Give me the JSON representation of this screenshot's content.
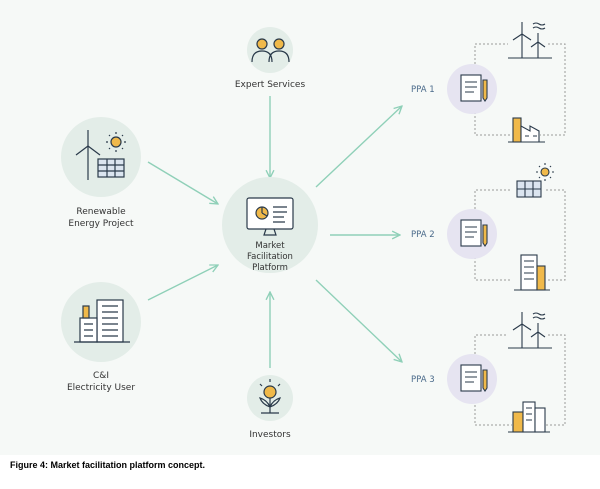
{
  "nodes": {
    "expert": {
      "label": "Expert Services",
      "icon": "people-icon"
    },
    "renewable": {
      "label_line1": "Renewable",
      "label_line2": "Energy Project",
      "icon": "wind-solar-icon"
    },
    "platform": {
      "label_line1": "Market",
      "label_line2": "Facilitation",
      "label_line3": "Platform",
      "icon": "monitor-chart-icon"
    },
    "ci_user": {
      "label_line1": "C&I",
      "label_line2": "Electricity User",
      "icon": "buildings-icon"
    },
    "investors": {
      "label": "Investors",
      "icon": "money-plant-icon"
    }
  },
  "ppas": [
    {
      "label": "PPA 1",
      "supplier_icon": "wind-turbine-icon",
      "buyer_icon": "factory-icon"
    },
    {
      "label": "PPA 2",
      "supplier_icon": "solar-panel-icon",
      "buyer_icon": "office-building-icon"
    },
    {
      "label": "PPA 3",
      "supplier_icon": "wind-turbine-icon",
      "buyer_icon": "city-buildings-icon"
    }
  ],
  "caption": "Figure 4: Market facilitation platform concept.",
  "colors": {
    "background": "#f6f9f7",
    "circle_green": "#e3ede8",
    "circle_purple": "#e6e4f1",
    "arrow": "#8fd0b8",
    "icon_stroke": "#2a3a4a",
    "icon_accent": "#f0b94a",
    "dotted": "#9a9a9a"
  }
}
